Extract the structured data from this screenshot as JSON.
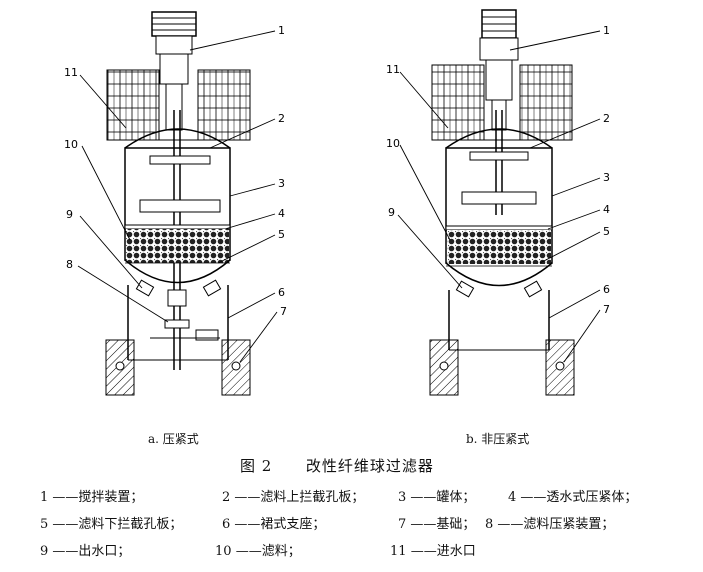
{
  "figure": {
    "label": "图 2",
    "title": "改性纤维球过滤器"
  },
  "subfigures": [
    {
      "caption": "a. 压紧式"
    },
    {
      "caption": "b. 非压紧式"
    }
  ],
  "callouts": [
    "1",
    "2",
    "3",
    "4",
    "5",
    "6",
    "7",
    "8",
    "9",
    "10",
    "11"
  ],
  "legend": [
    {
      "num": "1",
      "label": "搅拌装置；"
    },
    {
      "num": "2",
      "label": "滤料上拦截孔板；"
    },
    {
      "num": "3",
      "label": "罐体；"
    },
    {
      "num": "4",
      "label": "透水式压紧体；"
    },
    {
      "num": "5",
      "label": "滤料下拦截孔板；"
    },
    {
      "num": "6",
      "label": "裙式支座；"
    },
    {
      "num": "7",
      "label": "基础；"
    },
    {
      "num": "8",
      "label": "滤料压紧装置；"
    },
    {
      "num": "9",
      "label": "出水口；"
    },
    {
      "num": "10",
      "label": "滤料；"
    },
    {
      "num": "11",
      "label": "进水口"
    }
  ],
  "legend_dash": "——"
}
